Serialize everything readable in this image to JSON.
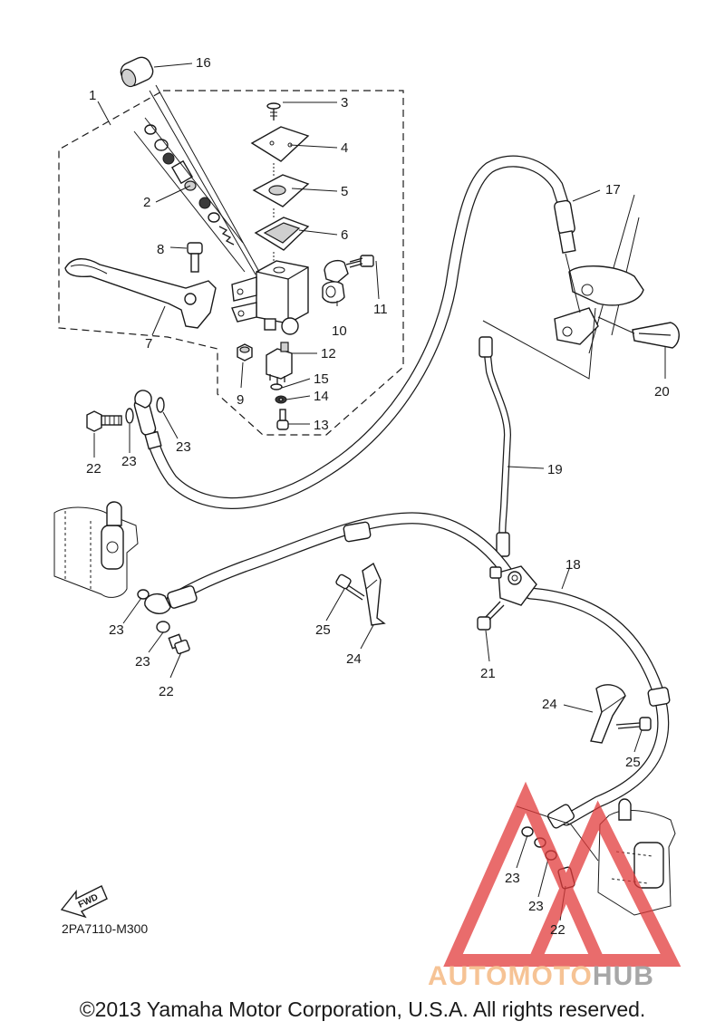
{
  "diagram": {
    "callouts": [
      "16",
      "1",
      "3",
      "4",
      "2",
      "5",
      "6",
      "8",
      "11",
      "7",
      "10",
      "12",
      "9",
      "15",
      "14",
      "13",
      "22",
      "23",
      "23",
      "17",
      "20",
      "19",
      "18",
      "25",
      "24",
      "21",
      "23",
      "23",
      "22",
      "24",
      "25",
      "23",
      "23",
      "22"
    ],
    "part_code": "2PA7110-M300",
    "fwd_label": "FWD"
  },
  "watermark": {
    "prefix": "AUTOMOTO",
    "suffix": "HUB",
    "prefix_color": "#f4b072",
    "suffix_color": "#8a8a8a",
    "triangle_color": "#e23c3c"
  },
  "copyright": "©2013 Yamaha Motor Corporation, U.S.A. All rights reserved."
}
